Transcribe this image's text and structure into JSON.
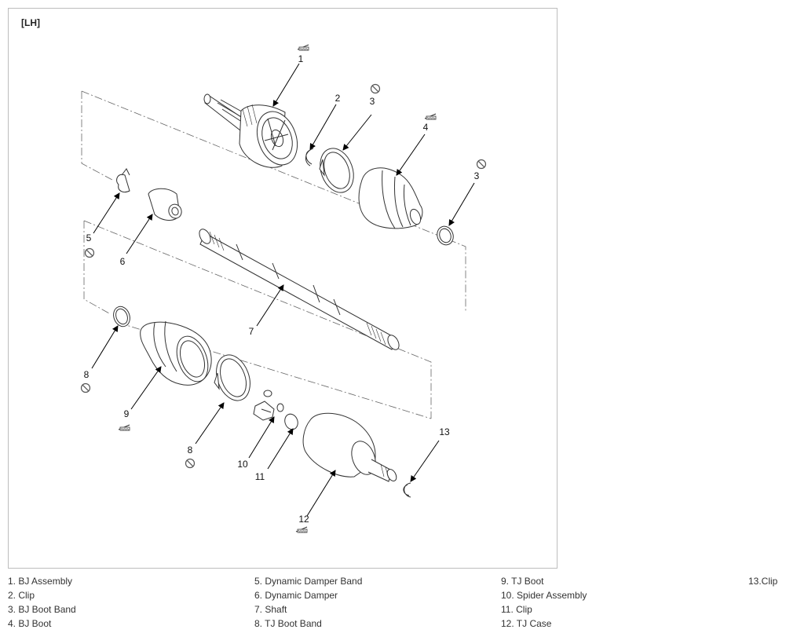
{
  "figure": {
    "tag": "[LH]",
    "callouts": [
      "1",
      "2",
      "3",
      "4",
      "3",
      "5",
      "6",
      "7",
      "8",
      "9",
      "8",
      "10",
      "11",
      "12",
      "13"
    ]
  },
  "legend": {
    "columns": [
      [
        "1. BJ Assembly",
        "2. Clip",
        "3. BJ Boot Band",
        "4. BJ Boot"
      ],
      [
        "5. Dynamic Damper Band",
        "6. Dynamic Damper",
        "7. Shaft",
        "8. TJ Boot Band"
      ],
      [
        "9. TJ Boot",
        "10. Spider Assembly",
        "11. Clip",
        "12. TJ Case"
      ],
      [
        "13.Clip"
      ]
    ]
  },
  "icons": {
    "grease": "grease-tube-icon",
    "do_not_reuse": "do-not-reuse-icon"
  }
}
